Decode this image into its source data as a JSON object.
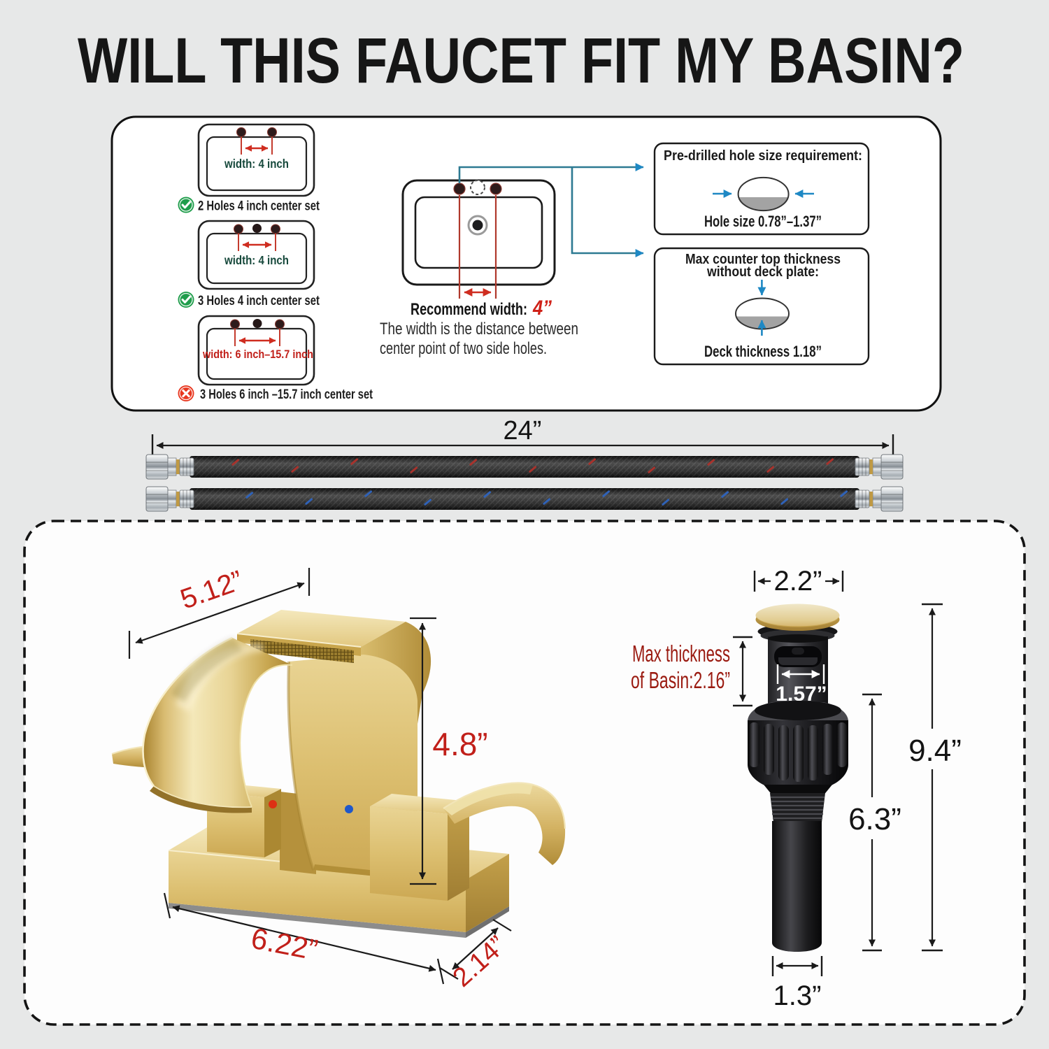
{
  "title": "WILL THIS FAUCET FIT MY BASIN?",
  "panel": {
    "options": [
      {
        "icon": "check",
        "width_label": "width: 4 inch",
        "label": "2 Holes 4 inch center set"
      },
      {
        "icon": "check",
        "width_label": "width: 4 inch",
        "label": "3 Holes 4 inch center set"
      },
      {
        "icon": "cross",
        "width_label": "width: 6 inch–15.7 inch",
        "label": "3 Holes 6 inch –15.7 inch center set"
      }
    ],
    "recommend_label": "Recommend width:",
    "recommend_value": "4”",
    "note_line1": "The width is the distance between",
    "note_line2": "center point of two side holes.",
    "hole_box": {
      "title": "Pre-drilled hole size requirement:",
      "value": "Hole size 0.78”–1.37”"
    },
    "deck_box": {
      "title_line1": "Max counter top thickness",
      "title_line2": "without deck plate:",
      "value": "Deck thickness 1.18”"
    }
  },
  "hose": {
    "length": "24”"
  },
  "faucet_dims": {
    "reach": "5.12”",
    "height": "4.8”",
    "width": "6.22”",
    "depth": "2.14”"
  },
  "drain_dims": {
    "cap": "2.2”",
    "basin_line1": "Max thickness",
    "basin_line2": "of Basin:2.16”",
    "inner": "1.57”",
    "total": "9.4”",
    "tail": "6.3”",
    "pipe": "1.3”"
  },
  "colors": {
    "background": "#e7e8e8",
    "panel": "#ffffff",
    "accent_red": "#cf2d20",
    "dim_red": "#c1201a",
    "teal": "#2d7a92",
    "arrow_blue": "#1e88c4",
    "check_green": "#1f9d4b",
    "cross_red": "#e8371f",
    "gold": "#d7b966",
    "black": "#141414"
  }
}
